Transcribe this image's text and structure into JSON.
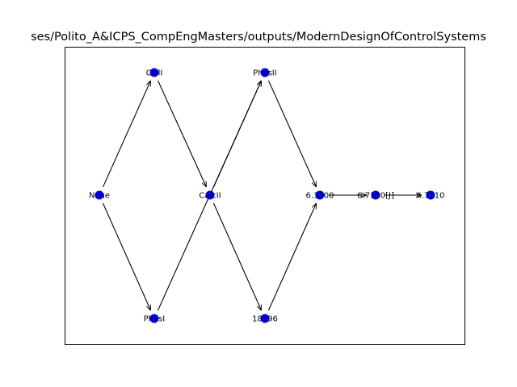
{
  "title": "ses/Polito_A&ICPS_CompEngMasters/outputs/ModernDesignOfControlSystems",
  "colors": {
    "node": "#0000ff",
    "edge": "#000000",
    "frame": "#000000",
    "background": "#ffffff"
  },
  "graph": {
    "nodes": [
      {
        "id": "none",
        "label": "None"
      },
      {
        "id": "ctrl",
        "label": "CtrlI"
      },
      {
        "id": "phys1",
        "label": "PhysI"
      },
      {
        "id": "calc2",
        "label": "CalcII"
      },
      {
        "id": "phys2",
        "label": "PhysII"
      },
      {
        "id": "n18196",
        "label": "18196"
      },
      {
        "id": "n63100",
        "label": "6.3100"
      },
      {
        "id": "n67100",
        "label": "6.7100[J]"
      },
      {
        "id": "n67110",
        "label": "6.7110"
      }
    ],
    "edges": [
      {
        "from": "none",
        "to": "ctrl"
      },
      {
        "from": "none",
        "to": "phys1"
      },
      {
        "from": "ctrl",
        "to": "calc2"
      },
      {
        "from": "phys1",
        "to": "phys2"
      },
      {
        "from": "calc2",
        "to": "phys2"
      },
      {
        "from": "calc2",
        "to": "n18196"
      },
      {
        "from": "phys2",
        "to": "n63100"
      },
      {
        "from": "n18196",
        "to": "n63100"
      },
      {
        "from": "n63100",
        "to": "n67100"
      },
      {
        "from": "n67100",
        "to": "n67110"
      }
    ]
  }
}
